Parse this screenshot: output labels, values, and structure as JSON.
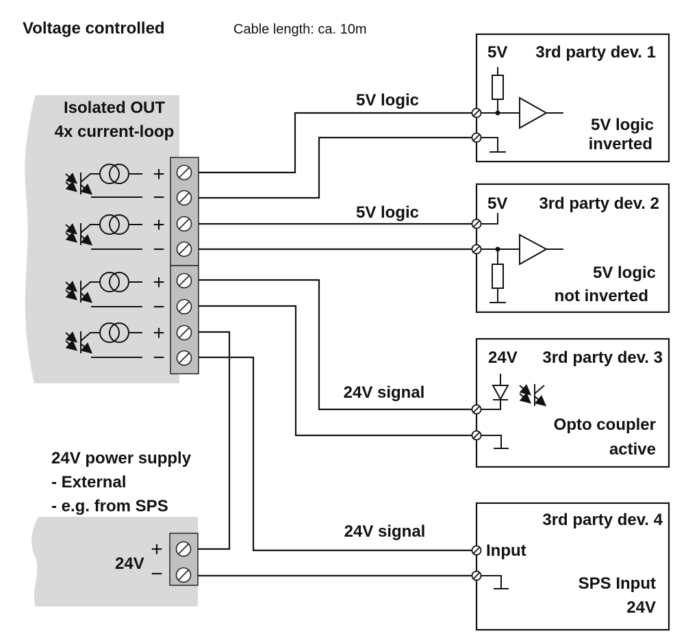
{
  "header": {
    "title": "Voltage controlled",
    "cable_note": "Cable length: ca. 10m"
  },
  "module": {
    "title_line1": "Isolated OUT",
    "title_line2": "4x current-loop",
    "channels": [
      {
        "plus": "+",
        "minus": "−"
      },
      {
        "plus": "+",
        "minus": "−"
      },
      {
        "plus": "+",
        "minus": "−"
      },
      {
        "plus": "+",
        "minus": "−"
      }
    ]
  },
  "power_supply": {
    "title": "24V power supply",
    "line2": "- External",
    "line3": "- e.g. from SPS",
    "voltage_label": "24V",
    "plus": "+",
    "minus": "−"
  },
  "wires": {
    "label_1": "5V logic",
    "label_2": "5V logic",
    "label_3": "24V signal",
    "label_4": "24V signal"
  },
  "devices": [
    {
      "title": "3rd party dev. 1",
      "supply": "5V",
      "desc_line1": "5V logic",
      "desc_line2": "inverted"
    },
    {
      "title": "3rd party dev. 2",
      "supply": "5V",
      "desc_line1": "5V logic",
      "desc_line2": "not inverted"
    },
    {
      "title": "3rd party dev. 3",
      "supply": "24V",
      "desc_line1": "Opto coupler",
      "desc_line2": "active"
    },
    {
      "title": "3rd party dev. 4",
      "input_label": "Input",
      "desc_line1": "SPS Input",
      "desc_line2": "24V"
    }
  ]
}
